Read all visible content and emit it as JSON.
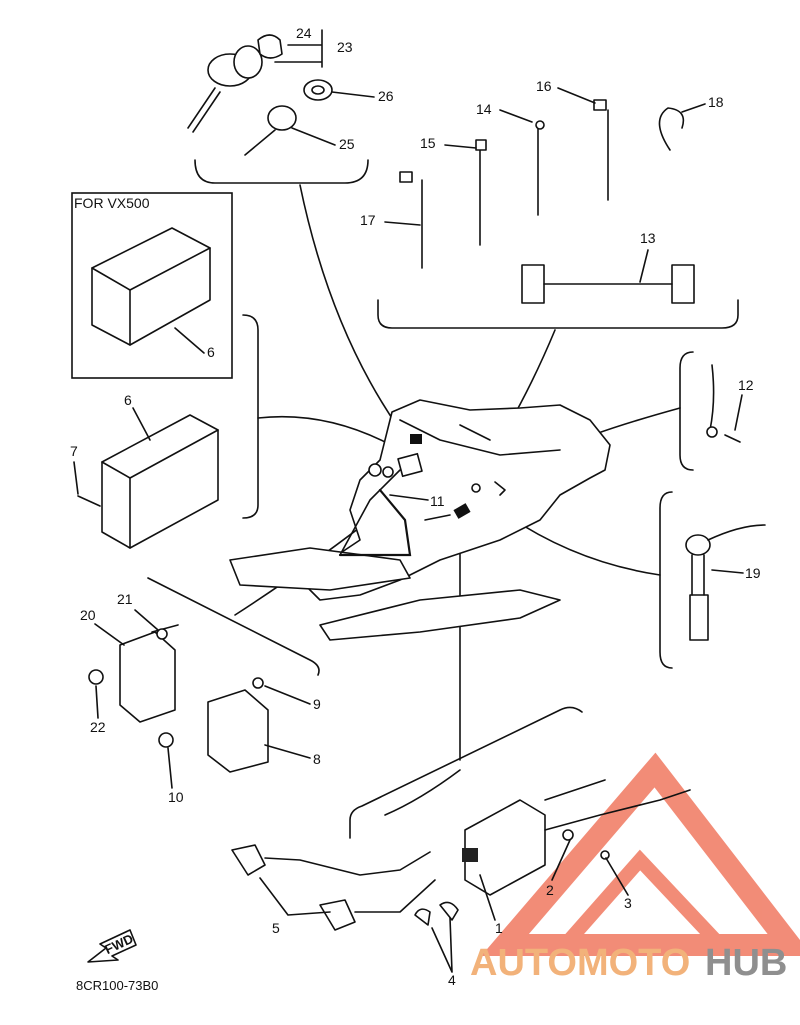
{
  "diagram": {
    "group_title": "FOR VX500",
    "code": "8CR100-73B0",
    "fwd_label": "FWD",
    "callouts": [
      "1",
      "2",
      "3",
      "4",
      "5",
      "6",
      "6",
      "7",
      "8",
      "9",
      "10",
      "11",
      "12",
      "13",
      "14",
      "15",
      "16",
      "17",
      "18",
      "19",
      "20",
      "21",
      "22",
      "23",
      "24",
      "25",
      "26"
    ]
  },
  "watermark": {
    "part1": "AUTOMOTO",
    "part2": "HUB",
    "color_accent": "#f07860",
    "color_text": "#f2b27a",
    "color_hub": "#8f8f8f"
  }
}
